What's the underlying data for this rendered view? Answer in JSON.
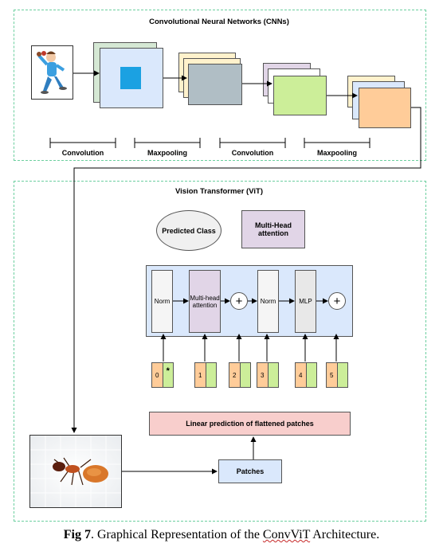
{
  "cnn": {
    "title": "Convolutional Neural Networks (CNNs)",
    "stages": [
      "Convolution",
      "Maxpooling",
      "Convolution",
      "Maxpooling"
    ]
  },
  "vit": {
    "title": "Vision Transformer (ViT)",
    "predicted_class": "Predicted Class",
    "mha_top_line1": "Multi-Head",
    "mha_top_line2": "attention",
    "encoder": {
      "norm1": "Norm",
      "mha_line1": "Multi-head",
      "mha_line2": "attention",
      "plus": "+",
      "norm2": "Norm",
      "mlp": "MLP"
    },
    "patch_tokens": [
      {
        "num": "0",
        "mark": "*"
      },
      {
        "num": "1",
        "mark": ""
      },
      {
        "num": "2",
        "mark": ""
      },
      {
        "num": "3",
        "mark": ""
      },
      {
        "num": "4",
        "mark": ""
      },
      {
        "num": "5",
        "mark": ""
      }
    ],
    "linear_prediction": "Linear prediction of flattened patches",
    "patches": "Patches"
  },
  "caption": {
    "fig_label": "Fig 7",
    "text_before": ". Graphical Representation of the ",
    "term": "ConvViT",
    "text_after": " Architecture."
  },
  "colors": {
    "panel_border": "#6ccf9f",
    "blue_fill": "#dae8fc",
    "blue_center": "#1ba1e2",
    "yellow": "#fff2cc",
    "gray": "#b0bec5",
    "purple": "#e1d5e7",
    "green": "#d5e8d4",
    "green_bright": "#ccee99",
    "orange": "#ffcc99",
    "pink": "#f8cecc"
  }
}
